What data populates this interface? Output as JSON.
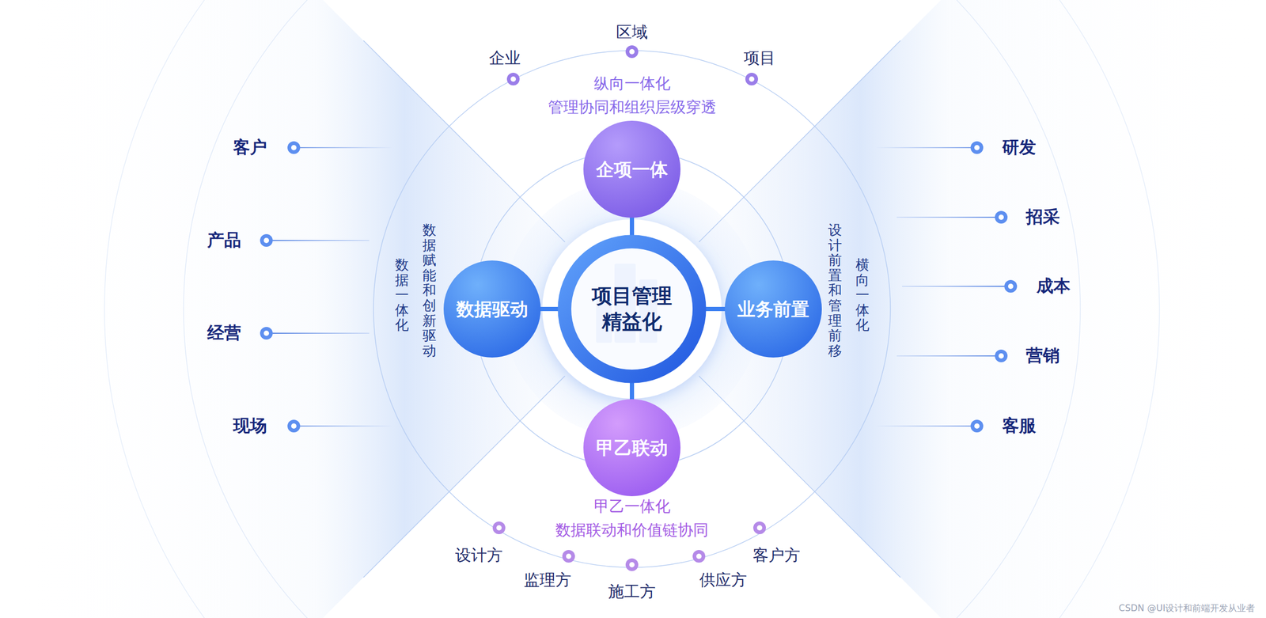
{
  "diagram": {
    "nodes": [
      {
        "text": [
          "企项一体"
        ]
      },
      {
        "text": [
          "数据驱动"
        ]
      },
      {
        "text": [
          "项目管理 精益化"
        ]
      },
      {
        "text": [
          "业务前置"
        ]
      },
      {
        "text": [
          "甲乙联动"
        ]
      }
    ],
    "edges": [
      {
        "from": 2,
        "to": 0,
        "arrow": "none"
      },
      {
        "from": 2,
        "to": 1,
        "arrow": "none"
      },
      {
        "from": 2,
        "to": 3,
        "arrow": "none"
      },
      {
        "from": 2,
        "to": 4,
        "arrow": "none"
      }
    ],
    "labels": [
      "区域",
      "企业",
      "项目",
      "纵向一体化",
      "管理协同和组织层级穿透",
      "客户",
      "研发",
      "产品",
      "招采",
      "数据一体化",
      "数据赋能和创新驱动",
      "设计前置和管理前移",
      "横向一体化",
      "成本",
      "经营",
      "营销",
      "现场",
      "客服",
      "甲乙一体化",
      "数据联动和价值链协同",
      "设计方",
      "客户方",
      "监理方",
      "供应方",
      "施工方",
      "CSDN @UI设计和前端开发从业者"
    ]
  }
}
